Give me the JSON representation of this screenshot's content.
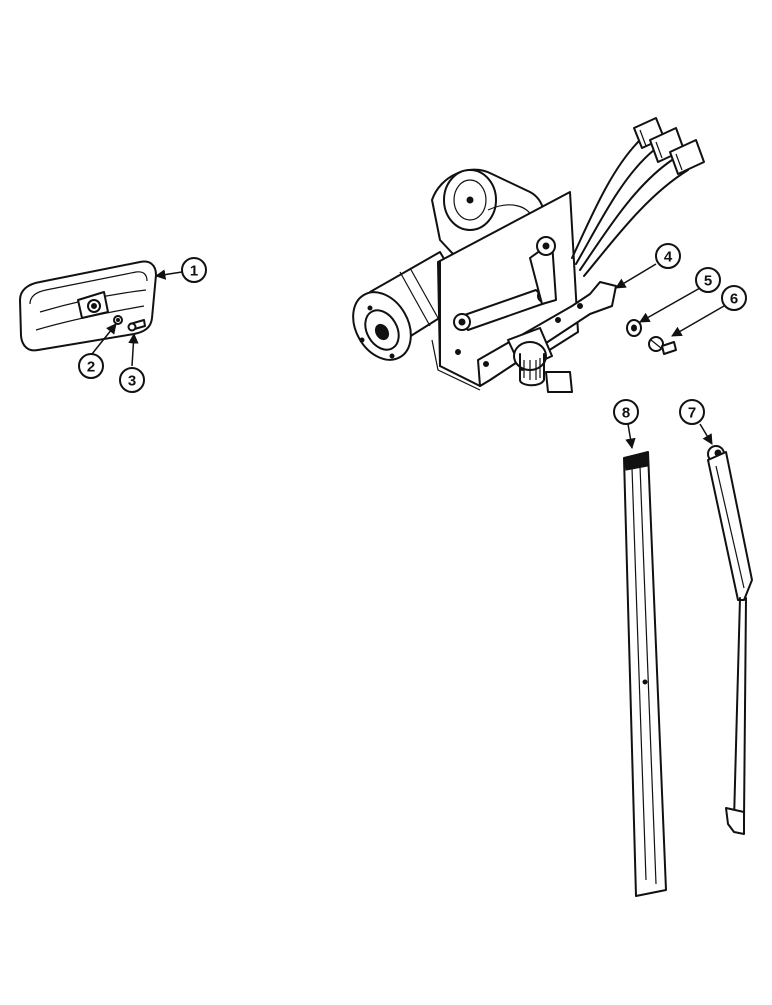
{
  "diagram": {
    "callouts": [
      {
        "id": "1",
        "label": "1",
        "part": "rearview-mirror"
      },
      {
        "id": "2",
        "label": "2",
        "part": "mirror-nut"
      },
      {
        "id": "3",
        "label": "3",
        "part": "mirror-screw"
      },
      {
        "id": "4",
        "label": "4",
        "part": "wiper-motor-assembly"
      },
      {
        "id": "5",
        "label": "5",
        "part": "lock-washer"
      },
      {
        "id": "6",
        "label": "6",
        "part": "motor-screw"
      },
      {
        "id": "7",
        "label": "7",
        "part": "wiper-arm"
      },
      {
        "id": "8",
        "label": "8",
        "part": "wiper-blade"
      }
    ]
  }
}
